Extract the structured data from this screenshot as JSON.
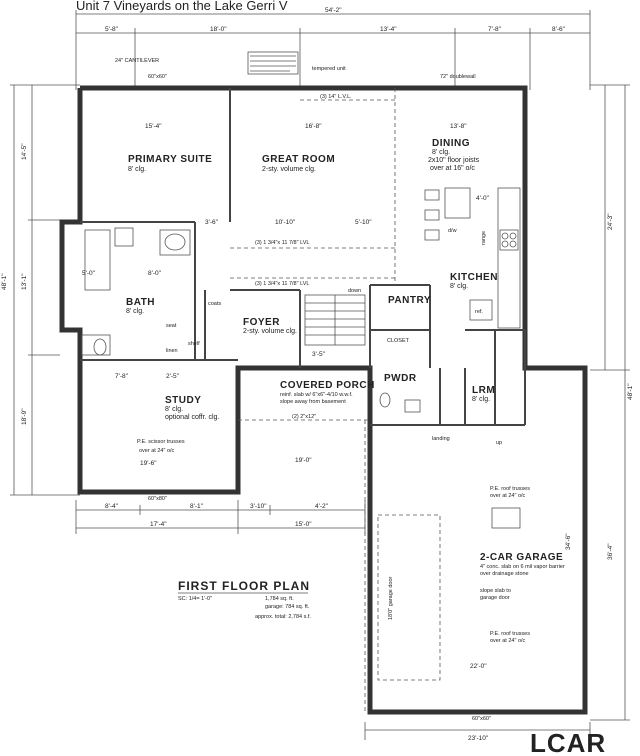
{
  "header": {
    "title": "Unit 7 Vineyards on the Lake Gerri V"
  },
  "plan": {
    "title": "FIRST FLOOR PLAN",
    "scale": "SC: 1/4= 1'-0\"",
    "area_first": "1,784 sq. ft.",
    "area_garage": "garage: 784 sq. ft.",
    "area_total": "approx. total: 2,784 s.f."
  },
  "rooms": {
    "primary_suite": {
      "name": "PRIMARY SUITE",
      "ceiling": "8' clg."
    },
    "great_room": {
      "name": "GREAT ROOM",
      "ceiling": "2-sty. volume clg."
    },
    "dining": {
      "name": "DINING",
      "ceiling": "8' clg.",
      "note1": "2x10\" floor joists",
      "note2": "over at 16\" o/c"
    },
    "kitchen": {
      "name": "KITCHEN",
      "ceiling": "8' clg."
    },
    "bath": {
      "name": "BATH",
      "ceiling": "8' clg."
    },
    "pantry": {
      "name": "PANTRY"
    },
    "foyer": {
      "name": "FOYER",
      "ceiling": "2-sty. volume clg."
    },
    "study": {
      "name": "STUDY",
      "ceiling": "8' clg.",
      "note": "optional coffr. clg."
    },
    "covered_porch": {
      "name": "COVERED PORCH",
      "note1": "reinf. slab w/ 6\"x6\"-4/10 w.w.f.",
      "note2": "slope away from basement"
    },
    "pwdr": {
      "name": "PWDR"
    },
    "lrm": {
      "name": "LRM",
      "ceiling": "8' clg."
    },
    "garage": {
      "name": "2-CAR GARAGE",
      "note1": "4\" conc. slab on 6 mil vapor barrier",
      "note2": "over drainage stone",
      "note3": "slope slab to",
      "note4": "garage door"
    }
  },
  "labels": {
    "closet": "CLOSET",
    "coats": "coats",
    "linen": "linen",
    "seat": "seat",
    "shelf": "shelf",
    "down": "down",
    "up": "up",
    "landing": "landing",
    "ref": "ref.",
    "range": "range",
    "dw": "d/w",
    "cantilever": "24\" CANTILEVER",
    "tempered": "tempered unit",
    "dbl_window": "72\" doublewall",
    "garage_door": "18'0\" garage door",
    "pe_roof_trusses": "P.E. roof trusses",
    "pe_over": "over at 24\" o/c",
    "pe_scissor": "P.E. scissor trusses",
    "beam1": "(3) 1 3/4\"x 11 7/8\" LVL",
    "beam2": "(3) 14\" L.V.L.",
    "beam3": "(2) 2\"x12\"",
    "window1": "60\"x60\"",
    "window2": "60\"x80\"",
    "window3": "60\"x60\""
  },
  "dimensions": {
    "top_total": "54'-2\"",
    "top_segments": [
      "5'-8\"",
      "18'-0\"",
      "13'-4\"",
      "7'-8\"",
      "8'-6\""
    ],
    "left_total": "48'-1\"",
    "left_segments": [
      "14'-5\"",
      "13'-1\"",
      "18'-9\""
    ],
    "right_total_1": "24'-3\"",
    "right_total_2": "48'-1\"",
    "right_total_3": "36'-4\"",
    "mid_a": "19'-0\"",
    "mid_b": "15'-0\"",
    "mid_c": "17'-4\"",
    "mid_d": "8'-4\"",
    "mid_e": "8'-1\"",
    "mid_f": "3'-10\"",
    "mid_g": "4'-2\"",
    "garage_width": "22'-0\"",
    "garage_depth": "34'-6\"",
    "bottom_total": "23'-10\"",
    "room_dims": [
      "15'-4\"",
      "16'-8\"",
      "13'-8\"",
      "10'-10\"",
      "5'-10\"",
      "19'-6\"",
      "7'-8\"",
      "2'-5\"",
      "3'-6\"",
      "5'-0\"",
      "8'-0\"",
      "3'-5\"",
      "4'-0\""
    ]
  },
  "footer": {
    "watermark": "LCAR"
  }
}
